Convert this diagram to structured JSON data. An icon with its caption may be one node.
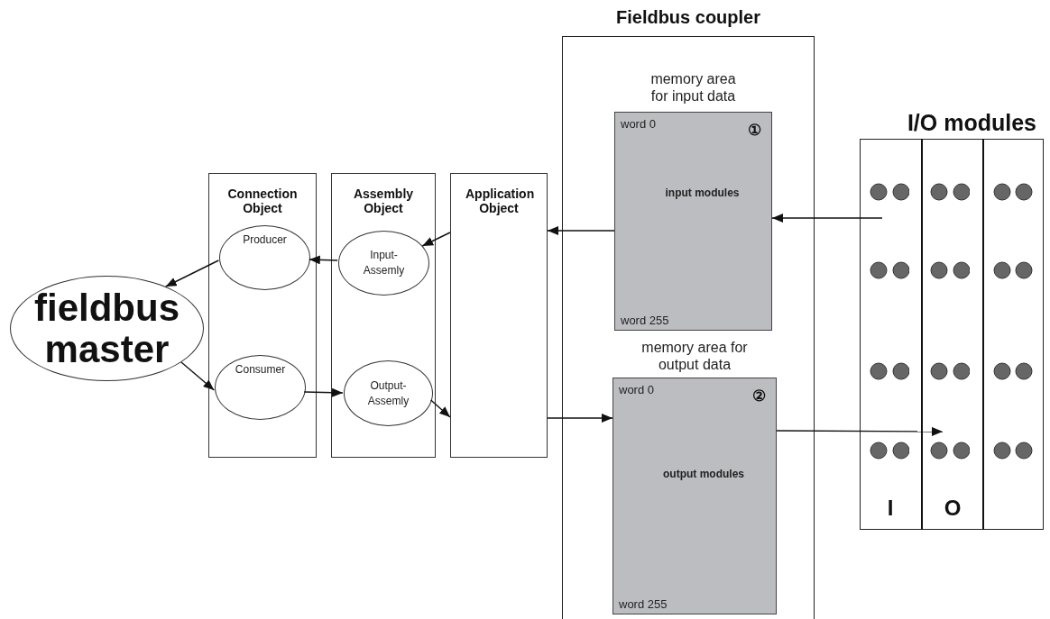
{
  "diagram": {
    "nodes": [
      {
        "text": [
          "Fieldbus coupler"
        ]
      },
      {
        "text": [
          "memory area for input data",
          "word 0",
          "①",
          "input modules",
          "word 255"
        ],
        "in": 0
      },
      {
        "text": [
          "memory area for output data",
          "word 0",
          "②",
          "output modules",
          "word 255"
        ],
        "in": 0
      },
      {
        "text": [
          "I/O modules"
        ]
      },
      {
        "text": [
          "Connection Object"
        ]
      },
      {
        "text": [
          "Producer"
        ],
        "in": 4
      },
      {
        "text": [
          "Consumer"
        ],
        "in": 4
      },
      {
        "text": [
          "Assembly Object"
        ]
      },
      {
        "text": [
          "Input- Assemly"
        ],
        "in": 7
      },
      {
        "text": [
          "Output- Assemly"
        ],
        "in": 7
      },
      {
        "text": [
          "Application Object"
        ]
      },
      {
        "text": [
          "fieldbus master"
        ]
      }
    ],
    "edges": [
      {
        "from": 3,
        "to": 1,
        "arrow": "to"
      },
      {
        "from": 1,
        "to": 10,
        "arrow": "to"
      },
      {
        "from": 10,
        "to": 8,
        "arrow": "to"
      },
      {
        "from": 8,
        "to": 5,
        "arrow": "to"
      },
      {
        "from": 5,
        "to": 11,
        "arrow": "to"
      },
      {
        "from": 11,
        "to": 6,
        "arrow": "to"
      },
      {
        "from": 6,
        "to": 9,
        "arrow": "to"
      },
      {
        "from": 9,
        "to": 10,
        "arrow": "to"
      },
      {
        "from": 10,
        "to": 2,
        "arrow": "to"
      },
      {
        "from": 2,
        "to": 3,
        "arrow": "to"
      }
    ],
    "labels": [
      "I",
      "O"
    ]
  }
}
